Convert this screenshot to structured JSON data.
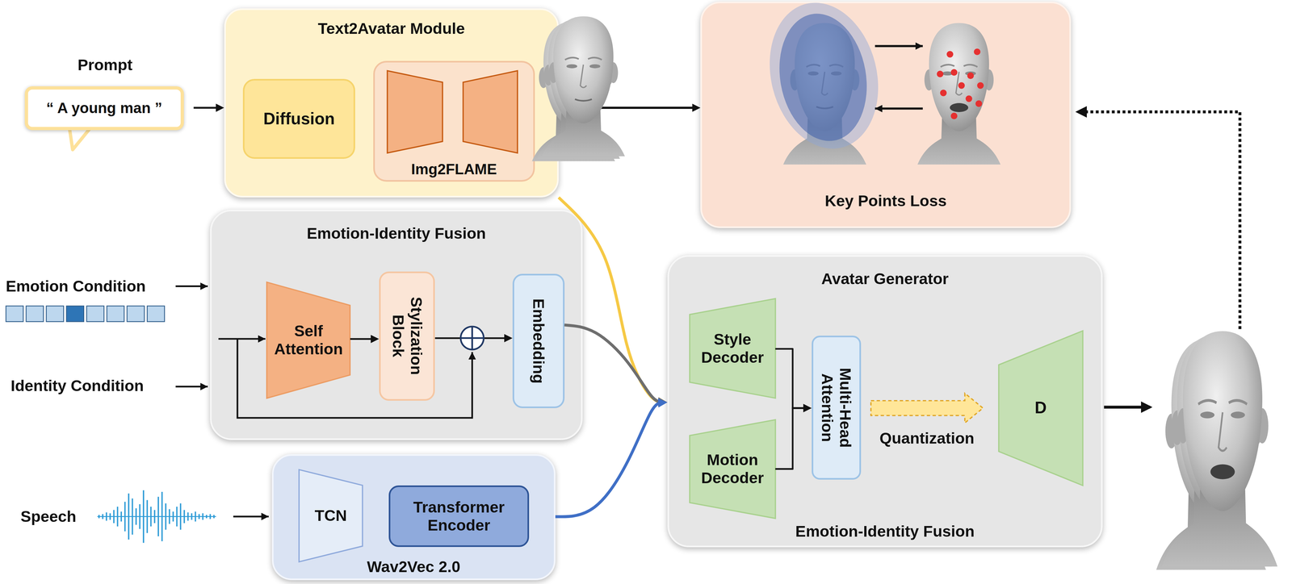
{
  "diagram": {
    "nodes": [
      {
        "text": [
          "Prompt",
          "“ A young man ”"
        ]
      },
      {
        "text": [
          "Text2Avatar Module"
        ]
      },
      {
        "text": [
          "Diffusion"
        ],
        "in": 1
      },
      {
        "text": [
          "Img2FLAME"
        ],
        "in": 1
      },
      {
        "text": [
          "Key Points Loss"
        ]
      },
      {
        "text": [
          "Emotion-Identity Fusion"
        ]
      },
      {
        "text": [
          "Self Attention"
        ],
        "in": 5
      },
      {
        "text": [
          "Stylization Block"
        ],
        "in": 5
      },
      {
        "text": [
          "Embedding"
        ],
        "in": 5
      },
      {
        "text": [
          "Avatar Generator",
          "Emotion-Identity Fusion"
        ]
      },
      {
        "text": [
          "Style Decoder"
        ],
        "in": 9
      },
      {
        "text": [
          "Motion Decoder"
        ],
        "in": 9
      },
      {
        "text": [
          "Multi-Head Attention"
        ],
        "in": 9
      },
      {
        "text": [
          "D"
        ],
        "in": 9
      },
      {
        "text": [
          "Wav2Vec 2.0"
        ]
      },
      {
        "text": [
          "TCN"
        ],
        "in": 14
      },
      {
        "text": [
          "Transformer Encoder"
        ],
        "in": 14
      }
    ],
    "edges": [
      {
        "from": 0,
        "to": 1,
        "arrow": "to"
      },
      {
        "from": 1,
        "to": 4,
        "arrow": "to"
      },
      {
        "from": 1,
        "to": 9,
        "arrow": "to"
      },
      {
        "from": 6,
        "to": 7,
        "arrow": "to"
      },
      {
        "from": 7,
        "to": 8,
        "arrow": "to"
      },
      {
        "from": 8,
        "to": 9,
        "arrow": "to"
      },
      {
        "from": 14,
        "to": 9,
        "arrow": "to"
      },
      {
        "from": 10,
        "to": 12,
        "arrow": "to"
      },
      {
        "from": 11,
        "to": 12,
        "arrow": "to"
      },
      {
        "from": 12,
        "to": 13,
        "label": "Quantization",
        "arrow": "to"
      }
    ],
    "labels": [
      "Emotion Condition",
      "Identity Condition",
      "Speech"
    ]
  }
}
